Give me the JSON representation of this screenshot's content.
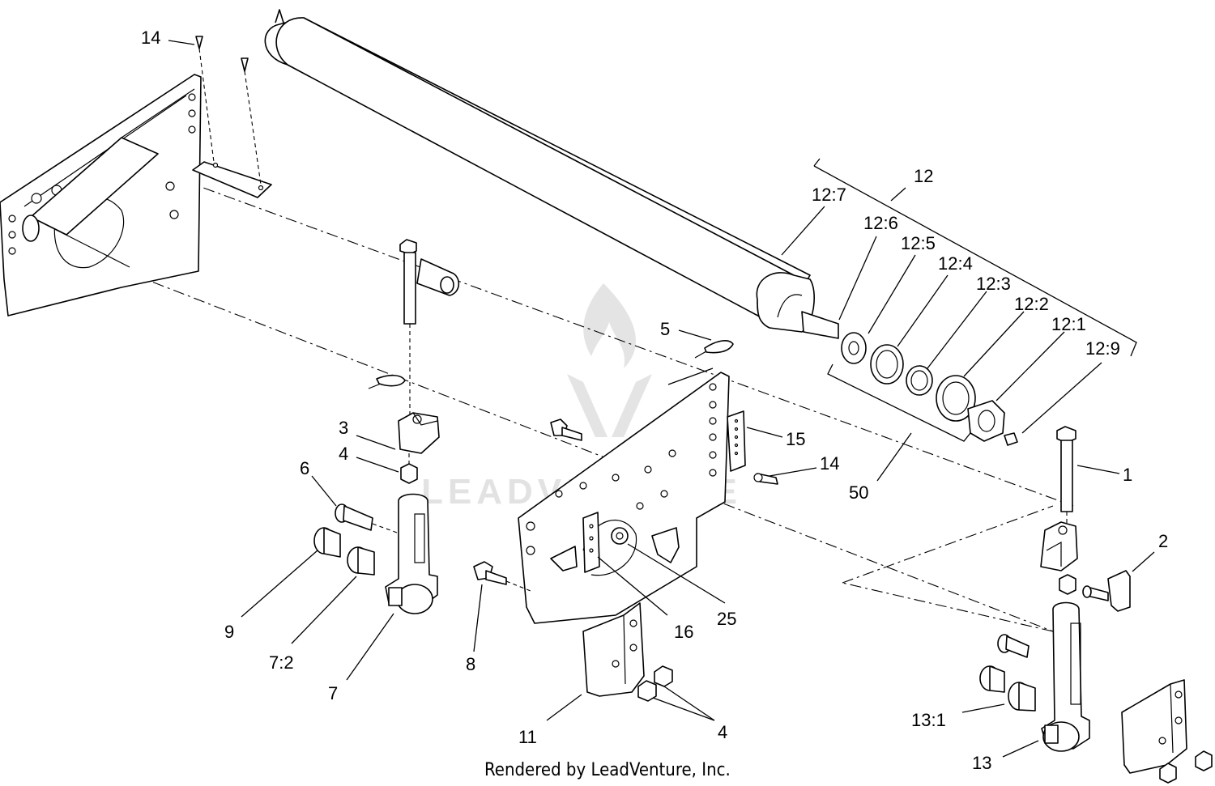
{
  "diagram": {
    "footer": "Rendered by LeadVenture, Inc.",
    "watermark": "LEADVENTURE",
    "callouts": {
      "c14_top": "14",
      "c12": "12",
      "c12_7": "12:7",
      "c12_6": "12:6",
      "c12_5": "12:5",
      "c12_4": "12:4",
      "c12_3": "12:3",
      "c12_2": "12:2",
      "c12_1": "12:1",
      "c12_9": "12:9",
      "c5": "5",
      "c3": "3",
      "c4_left": "4",
      "c6": "6",
      "c15": "15",
      "c14_mid": "14",
      "c50": "50",
      "c1": "1",
      "c2": "2",
      "c9": "9",
      "c7_2": "7:2",
      "c7": "7",
      "c8": "8",
      "c16": "16",
      "c25": "25",
      "c11": "11",
      "c4_bottom": "4",
      "c13_1": "13:1",
      "c13": "13"
    }
  }
}
